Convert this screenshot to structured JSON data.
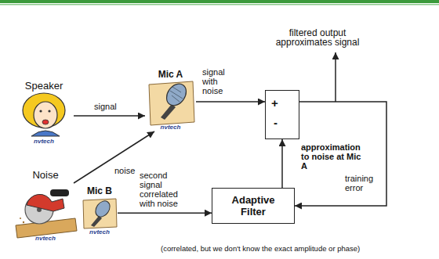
{
  "diagram": {
    "caption": "(correlated, but we don't know the exact amplitude or phase)",
    "nodes": [
      {
        "text": [
          "Speaker",
          "nvtech"
        ]
      },
      {
        "text": [
          "Noise",
          "nvtech"
        ]
      },
      {
        "text": [
          "Mic A",
          "nvtech"
        ]
      },
      {
        "text": [
          "Mic B",
          "nvtech"
        ]
      },
      {
        "text": [
          "+",
          "-"
        ]
      },
      {
        "text": [
          "Adaptive Filter"
        ]
      }
    ],
    "edges": [
      {
        "from": 0,
        "to": 2,
        "arrow": "to",
        "label": "signal"
      },
      {
        "from": 1,
        "to": 2,
        "arrow": "to",
        "label": "noise"
      },
      {
        "from": 2,
        "to": 4,
        "arrow": "to",
        "label": "signal with noise"
      },
      {
        "from": 3,
        "to": 5,
        "arrow": "to",
        "label": "second signal correlated with noise"
      },
      {
        "from": 5,
        "to": 4,
        "arrow": "to",
        "label": "approximation to noise at Mic A"
      },
      {
        "from": 4,
        "to": 5,
        "arrow": "to",
        "label": "training error"
      }
    ],
    "labels": [
      "filtered output approximates signal"
    ]
  }
}
